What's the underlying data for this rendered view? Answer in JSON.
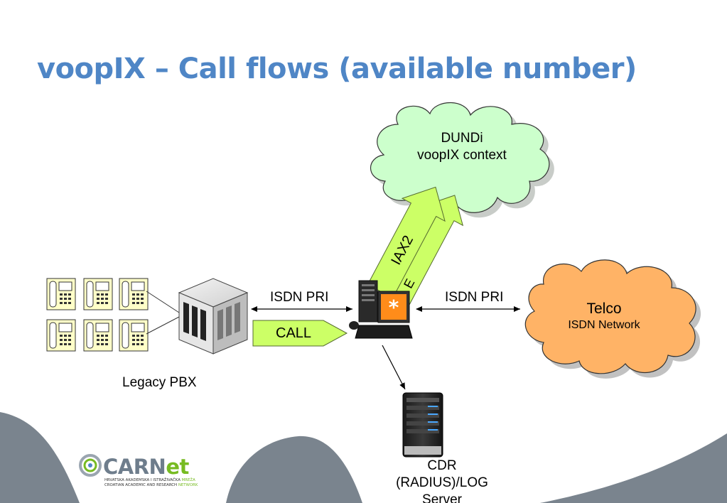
{
  "slide": {
    "title": "voopIX – Call flows (available number)"
  },
  "diagram": {
    "cloud_dundi": {
      "line1": "DUNDi",
      "line2": "voopIX context"
    },
    "cloud_telco": {
      "line1": "Telco",
      "line2": "ISDN Network"
    },
    "legacy_pbx_label": "Legacy PBX",
    "isdn_pri_left": "ISDN PRI",
    "isdn_pri_right": "ISDN PRI",
    "call_arrow_label": "CALL",
    "iax2_arrow_label": "IAX2",
    "iax2_second_label": "E",
    "cdr_server_label": {
      "line1": "CDR",
      "line2": "(RADIUS)/LOG",
      "line3": "Server"
    }
  },
  "logo": {
    "name_dark": "CARN",
    "name_accent": "et",
    "sub_line1_dark": "HRVATSKA AKADEMSKA I ISTRAŽIVAČKA",
    "sub_line1_accent": "MREŽA",
    "sub_line2_dark": "CROATIAN ACADEMIC AND RESEARCH",
    "sub_line2_accent": "NETWORK"
  },
  "colors": {
    "title": "#4f86c6",
    "cloud_green": "#ccffcc",
    "cloud_orange": "#ffb366",
    "arrow_green": "#ccff66",
    "footer_gray": "#7a848e",
    "logo_accent": "#77bb22"
  }
}
